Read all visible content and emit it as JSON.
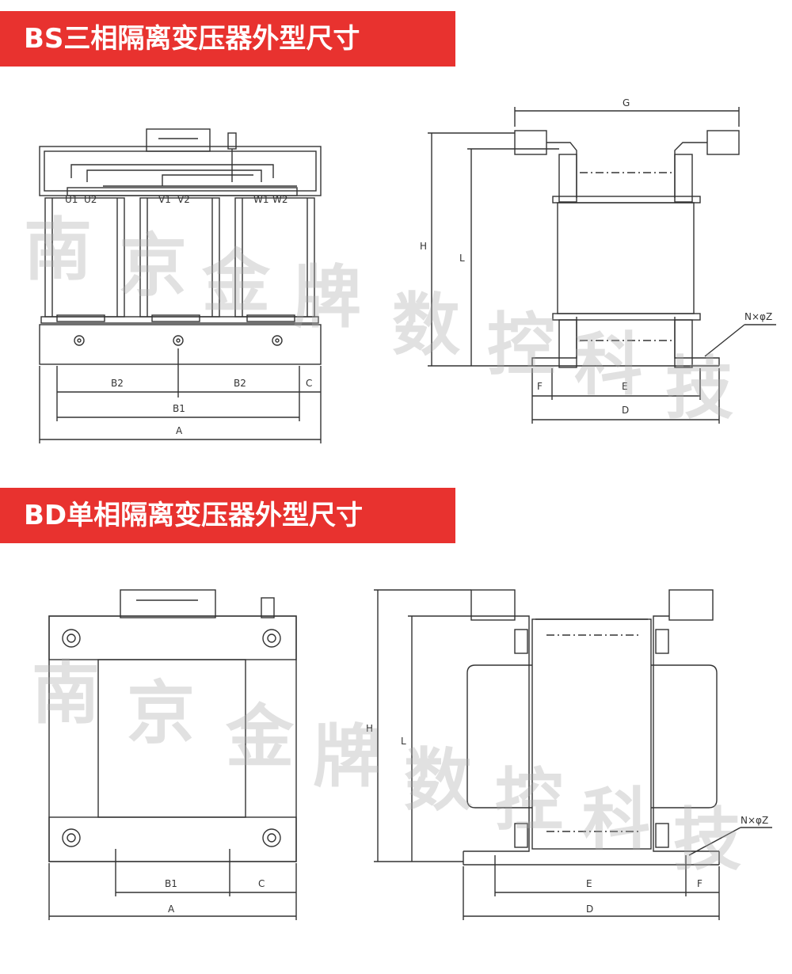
{
  "bs": {
    "title": "BS三相隔离变压器外型尺寸",
    "terminals": [
      "U1",
      "U2",
      "V1",
      "V2",
      "W1",
      "W2"
    ],
    "dims": {
      "A": "A",
      "B1": "B1",
      "B2": "B2",
      "C": "C",
      "D": "D",
      "E": "E",
      "F": "F",
      "G": "G",
      "H": "H",
      "L": "L",
      "NZ": "N×φZ"
    }
  },
  "bd": {
    "title": "BD单相隔离变压器外型尺寸",
    "dims": {
      "A": "A",
      "B1": "B1",
      "C": "C",
      "D": "D",
      "E": "E",
      "F": "F",
      "H": "H",
      "L": "L",
      "NZ": "N×φZ"
    }
  },
  "watermark": [
    "南",
    "京",
    "金",
    "牌",
    "数",
    "控",
    "科",
    "技"
  ],
  "colors": {
    "banner": "#e8322f",
    "line": "#333333"
  }
}
